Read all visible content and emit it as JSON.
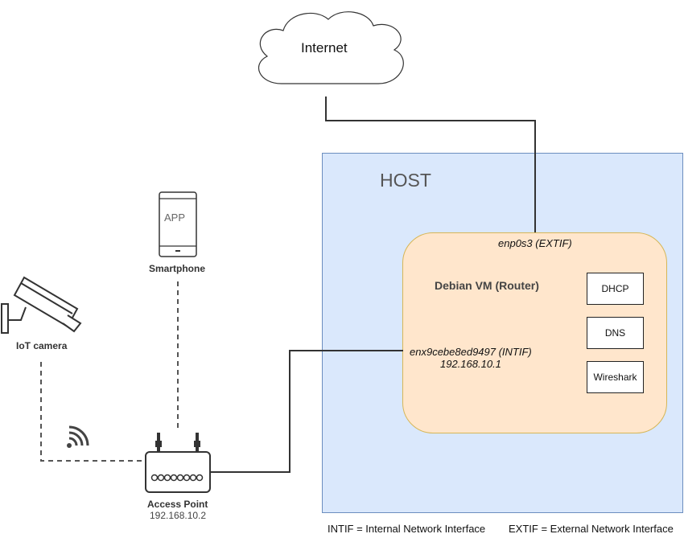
{
  "cloud": {
    "label": "Internet"
  },
  "host": {
    "title": "HOST"
  },
  "router_vm": {
    "title": "Debian VM (Router)",
    "external_interface": "enp0s3 (EXTIF)",
    "internal_interface": "enx9cebe8ed9497 (INTIF)",
    "internal_ip": "192.168.10.1",
    "services": [
      "DHCP",
      "DNS",
      "Wireshark"
    ]
  },
  "devices": {
    "smartphone": {
      "label": "Smartphone",
      "screen_text": "APP"
    },
    "iot_camera": {
      "label": "IoT camera"
    },
    "access_point": {
      "label": "Access Point",
      "ip": "192.168.10.2"
    }
  },
  "legend": {
    "intif": "INTIF = Internal Network Interface",
    "extif": "EXTIF = External Network Interface"
  },
  "colors": {
    "host_fill": "#dae8fc",
    "host_border": "#6c8ebf",
    "vm_fill": "#ffe6cc",
    "vm_border": "#d6b656",
    "wired_link": "#333333",
    "wireless_link": "#555555"
  }
}
